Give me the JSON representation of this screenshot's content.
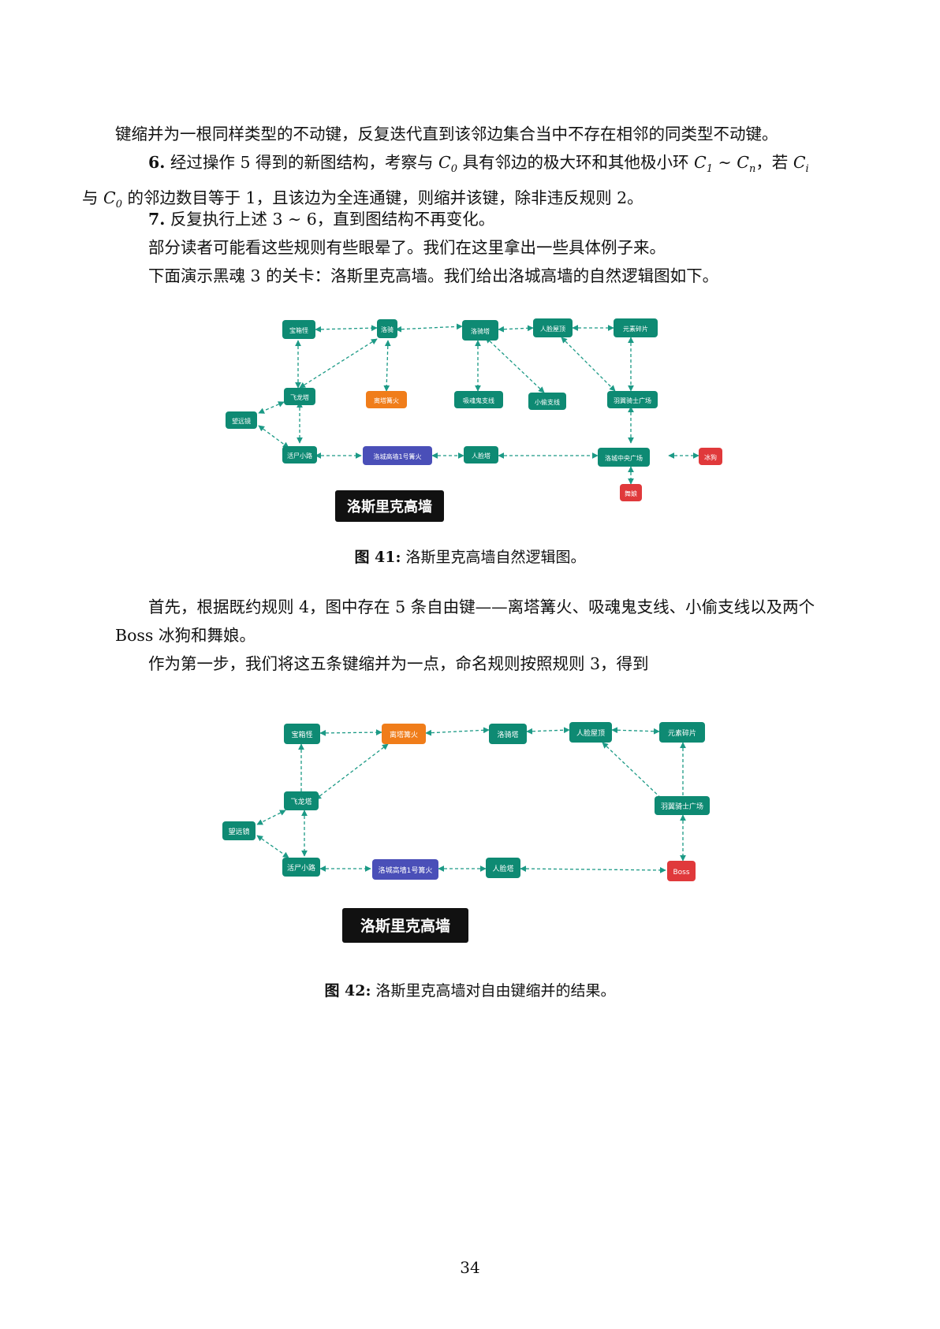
{
  "paragraphs": {
    "p1": "键缩并为一根同样类型的不动键，反复迭代直到该邻边集合当中不存在相邻的同类型不动键。",
    "p2": {
      "num": "6.",
      "t1": " 经过操作 5 得到的新图结构，考察与 ",
      "t2": " 具有邻边的极大环和其他极小环 ",
      "t3": "，若 ",
      "t4": "与 ",
      "t5": " 的邻边数目等于 1，且该边为全连通键，则缩并该键，除非违反规则 2。"
    },
    "p3": {
      "num": "7.",
      "text": " 反复执行上述 3 ∼ 6，直到图结构不再变化。"
    },
    "p4": "部分读者可能看这些规则有些眼晕了。我们在这里拿出一些具体例子来。",
    "p5": "下面演示黑魂 3 的关卡：洛斯里克高墙。我们给出洛城高墙的自然逻辑图如下。",
    "p6": "首先，根据既约规则 4，图中存在 5 条自由键——离塔篝火、吸魂鬼支线、小偷支线以及两个 Boss 冰狗和舞娘。",
    "p7": "作为第一步，我们将这五条键缩并为一点，命名规则按照规则 3，得到"
  },
  "math": {
    "c0": "C0",
    "c1": "C1",
    "cn": "Cn",
    "ci": "Ci",
    "tilde": "∼"
  },
  "colors": {
    "teal": "#0e8a73",
    "orange": "#f07d1a",
    "purple": "#4a4fb8",
    "red": "#e0393b",
    "black": "#111111",
    "edge": "#1c9a86"
  },
  "fig41": {
    "label": "洛斯里克高墙",
    "nodes": {
      "baoxiangguai": "宝箱怪",
      "luoqi": "洛骑",
      "luoqita": "洛骑塔",
      "renlianwuding": "人脸屋顶",
      "yuansusuipian": "元素碎片",
      "feilongta": "飞龙塔",
      "litagouhuo": "离塔篝火",
      "xihungui": "吸魂鬼支线",
      "xiaotou": "小偷支线",
      "yuyiqishi": "羽翼骑士广场",
      "wangyuanjing": "望远镜",
      "huoshixiaolu": "活尸小路",
      "luocheng1": "洛城高墙1号篝火",
      "renlianta": "人脸塔",
      "luochengzhongyang": "洛城中央广场",
      "binggou": "冰狗",
      "wuniang": "舞娘"
    },
    "caption_num": "图 41:",
    "caption_text": " 洛斯里克高墙自然逻辑图。"
  },
  "fig42": {
    "label": "洛斯里克高墙",
    "nodes": {
      "baoxiangguai": "宝箱怪",
      "litagouhuo": "离塔篝火",
      "luoqita": "洛骑塔",
      "renlianwuding": "人脸屋顶",
      "yuansusuipian": "元素碎片",
      "feilongta": "飞龙塔",
      "yuyiqishi": "羽翼骑士广场",
      "wangyuanjing": "望远镜",
      "huoshixiaolu": "活尸小路",
      "luocheng1": "洛城高墙1号篝火",
      "renlianta": "人脸塔",
      "boss": "Boss"
    },
    "caption_num": "图 42:",
    "caption_text": " 洛斯里克高墙对自由键缩并的结果。"
  },
  "page_number": "34"
}
